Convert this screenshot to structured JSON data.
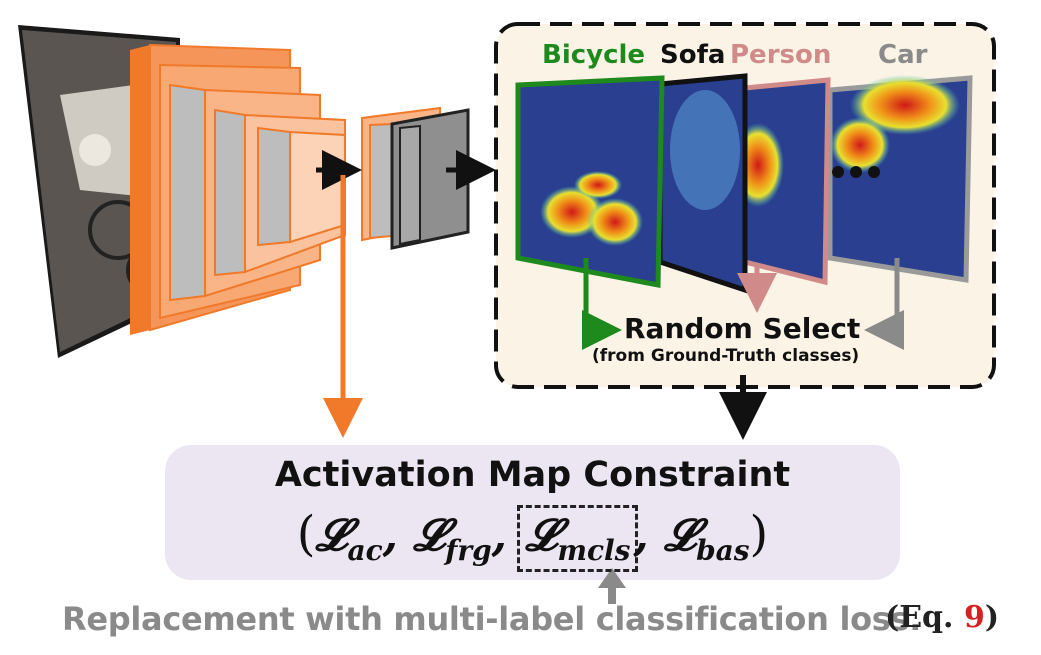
{
  "classes": [
    {
      "label": "Bicycle",
      "color": "#1e8a1e"
    },
    {
      "label": "Sofa",
      "color": "#111111"
    },
    {
      "label": "Person",
      "color": "#d08a8a"
    },
    {
      "label": "Car",
      "color": "#8a8a8a"
    }
  ],
  "selector": {
    "title": "Random Select",
    "subtitle": "(from Ground-Truth classes)"
  },
  "constraint": {
    "title": "Activation Map Constraint",
    "formula": {
      "open": "(",
      "close": ")",
      "comma": ",",
      "terms": [
        {
          "symbol": "𝓛",
          "sub": "ac"
        },
        {
          "symbol": "𝓛",
          "sub": "frg"
        },
        {
          "symbol": "𝓛",
          "sub": "mcls"
        },
        {
          "symbol": "𝓛",
          "sub": "bas"
        }
      ]
    }
  },
  "caption": {
    "text": "Replacement with multi-label classification loss.",
    "eq_prefix": "(Eq.",
    "eq_number": "9",
    "eq_suffix": ")"
  },
  "colors": {
    "cnn_orange": "#f07a2a",
    "cnn_orange_light": "#f8b082",
    "layer_gray": "#8f8f8f",
    "panel_bg": "#fbf3e6",
    "constraint_bg": "#ece6f3",
    "heat_bg": "#2a3f8f"
  }
}
